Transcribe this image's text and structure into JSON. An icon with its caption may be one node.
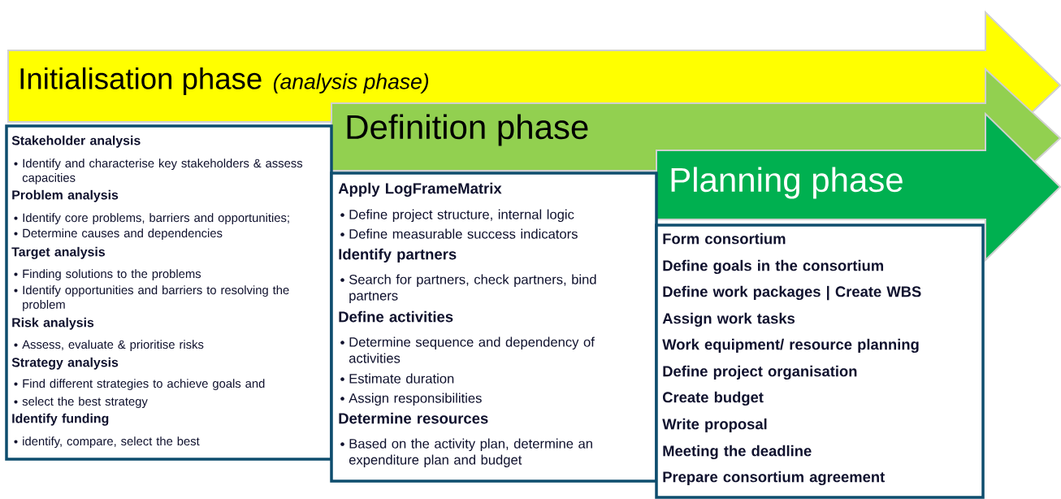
{
  "diagram": {
    "nodes": [
      {
        "text": [
          "Initialisation phase",
          "(analysis phase)"
        ]
      },
      {
        "text": [
          "Definition phase"
        ]
      },
      {
        "text": [
          "Planning phase"
        ]
      },
      {
        "text": [
          "Stakeholder analysis",
          "Identify and characterise key stakeholders & assess capacities",
          "Problem analysis",
          "Identify core problems, barriers and opportunities;",
          "Determine causes and dependencies",
          "Target analysis",
          "Finding solutions to the problems",
          "Identify opportunities and barriers to resolving the problem",
          "Risk analysis",
          "Assess, evaluate & prioritise risks",
          "Strategy analysis",
          "Find different strategies to achieve goals and",
          "select the best strategy",
          "Identify funding",
          "identify, compare, select the best"
        ]
      },
      {
        "text": [
          "Apply LogFrameMatrix",
          "Define project structure, internal logic",
          "Define measurable success indicators",
          "Identify partners",
          "Search for partners, check partners, bind partners",
          "Define activities",
          "Determine sequence and dependency of activities",
          "Estimate duration",
          "Assign responsibilities",
          "Determine resources",
          "Based on the activity plan, determine an expenditure plan and budget"
        ]
      },
      {
        "text": [
          "Form consortium",
          "Define goals in the consortium",
          "Define work packages | Create WBS",
          "Assign work tasks",
          "Work equipment/ resource planning",
          "Define project organisation",
          "Create budget",
          "Write proposal",
          "Meeting the deadline",
          "Prepare consortium agreement"
        ]
      }
    ]
  }
}
